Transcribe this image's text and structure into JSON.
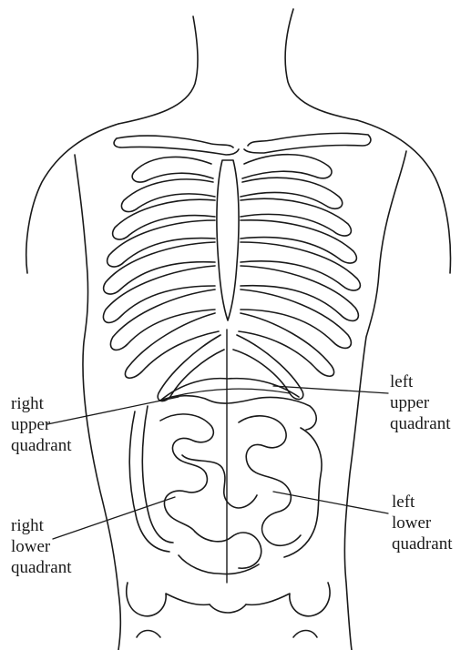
{
  "labels": {
    "right_upper": [
      "right",
      "upper",
      "quadrant"
    ],
    "left_upper": [
      "left",
      "upper",
      "quadrant"
    ],
    "right_lower": [
      "right",
      "lower",
      "quadrant"
    ],
    "left_lower": [
      "left",
      "lower",
      "quadrant"
    ]
  },
  "colors": {
    "line": "#1a1a1a",
    "background": "#ffffff"
  }
}
